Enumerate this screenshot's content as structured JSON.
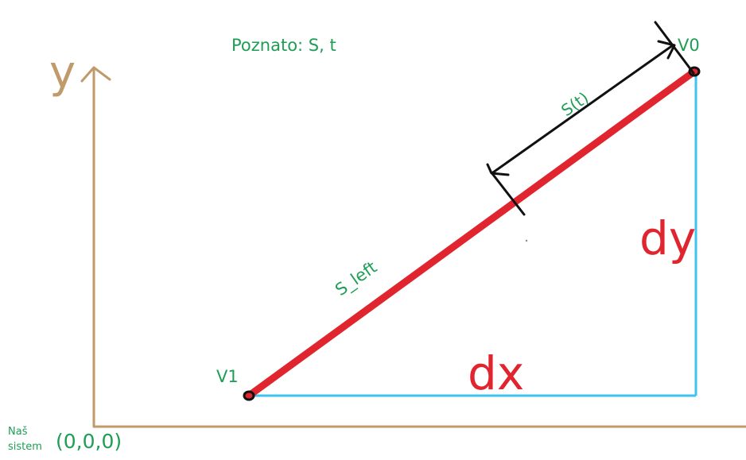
{
  "known_text": "Poznato: S, t",
  "axis_y_label": "y",
  "vertex_v0": "V0",
  "vertex_v1": "V1",
  "s_t_label": "S(t)",
  "s_left_label": "S_left",
  "dx_label": "dx",
  "dy_label": "dy",
  "origin_label": "(0,0,0)",
  "system_label_line1": "Naš",
  "system_label_line2": "sistem",
  "colors": {
    "axes": "#c19a6b",
    "segment": "#e0252f",
    "components": "#3ec3f0",
    "labels": "#1e9e55",
    "arrow": "#111111"
  }
}
